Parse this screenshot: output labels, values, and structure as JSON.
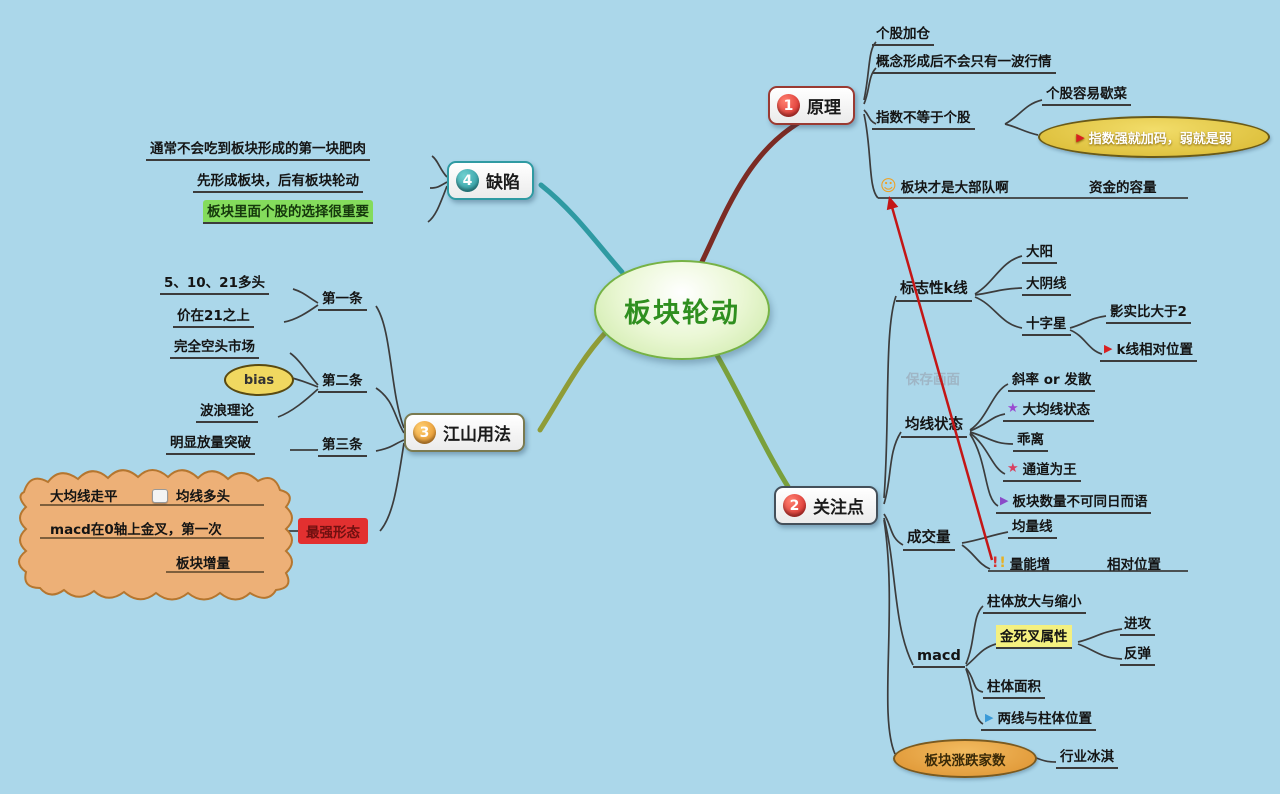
{
  "root": {
    "label": "板块轮动"
  },
  "colors": {
    "background": "#abd7ea",
    "branch_principle": "#7b2b24",
    "branch_focus": "#7aa03c",
    "branch_method": "#8f9c37",
    "branch_defect": "#2f9aa2",
    "highlight_yellow": "#f4f080",
    "highlight_green": "#84dc5c",
    "highlight_red": "#e23030",
    "gold_ellipse": "#dfc23f",
    "cloud": "#edb077"
  },
  "b1": {
    "badge": "1",
    "label": "原理",
    "i1": "个股加仓",
    "i2": "概念形成后不会只有一波行情",
    "i3": "指数不等于个股",
    "i3a": "个股容易歇菜",
    "i3b": "指数强就加码，弱就是弱",
    "i4": "板块才是大部队啊",
    "i5": "资金的容量"
  },
  "b2": {
    "badge": "2",
    "label": "关注点",
    "kline": {
      "label": "标志性k线",
      "a": "大阳",
      "b": "大阴线",
      "c": "十字星",
      "c1": "影实比大于2",
      "c2": "k线相对位置"
    },
    "ma": {
      "ghost": "保存画面",
      "label": "均线状态",
      "a": "斜率 or 发散",
      "b": "大均线状态",
      "c": "乖离",
      "d": "通道为王",
      "e": "板块数量不可同日而语"
    },
    "vol": {
      "label": "成交量",
      "a": "均量线",
      "b": "量能增",
      "c": "相对位置"
    },
    "macd": {
      "label": "macd",
      "a": "柱体放大与缩小",
      "b": "金死叉属性",
      "b1": "进攻",
      "b2": "反弹",
      "c": "柱体面积",
      "d": "两线与柱体位置"
    },
    "count": {
      "label": "板块涨跌家数",
      "a": "行业冰淇"
    }
  },
  "b3": {
    "badge": "3",
    "label": "江山用法",
    "r1a": "5、10、21多头",
    "r1b": "价在21之上",
    "c1": "第一条",
    "r2a": "完全空头市场",
    "r2b": "bias",
    "r2c": "波浪理论",
    "c2": "第二条",
    "r3a": "明显放量突破",
    "c3": "第三条",
    "cloud1": "大均线走平",
    "cloud2": "均线多头",
    "cloud3": "macd在0轴上金叉，第一次",
    "cloud4": "板块增量",
    "strong": "最强形态"
  },
  "b4": {
    "badge": "4",
    "label": "缺陷",
    "i1": "通常不会吃到板块形成的第一块肥肉",
    "i2": "先形成板块，后有板块轮动",
    "i3": "板块里面个股的选择很重要"
  }
}
